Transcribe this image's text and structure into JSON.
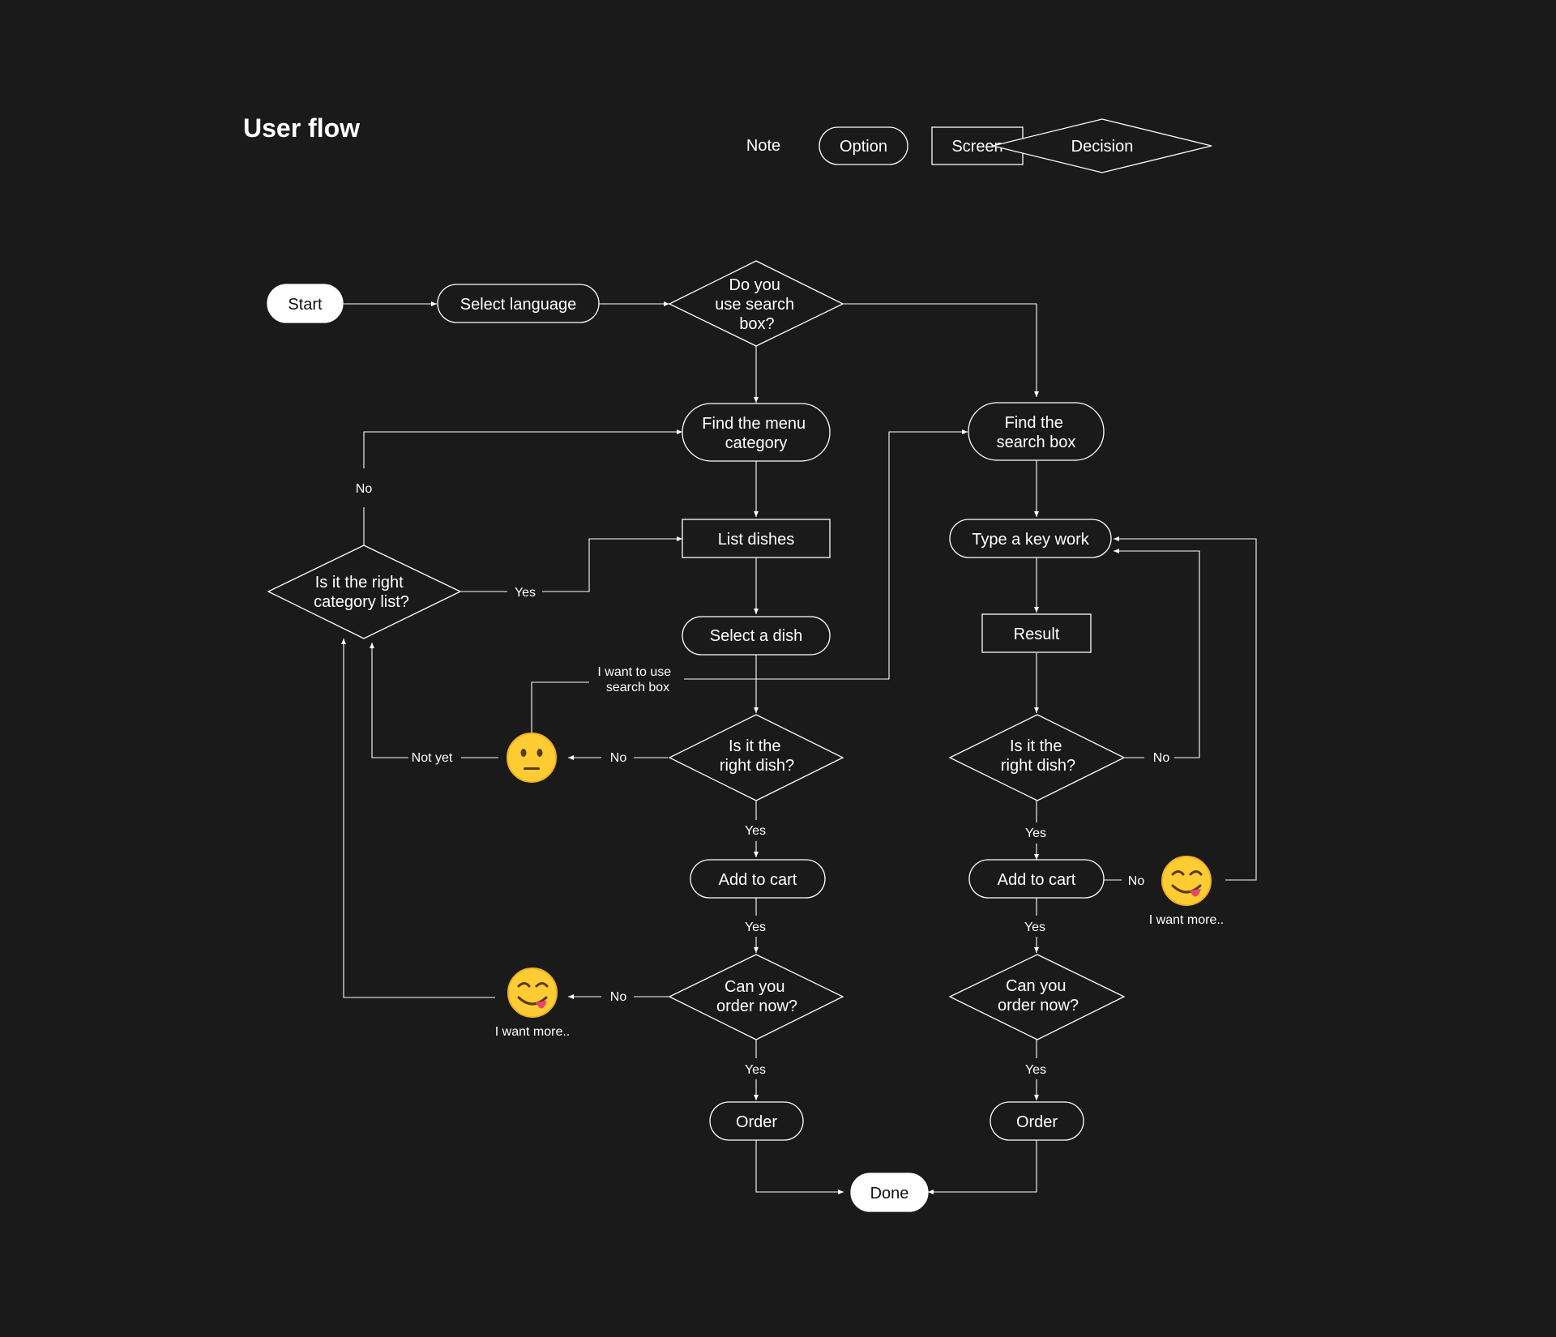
{
  "title": "User flow",
  "legend": {
    "note": "Note",
    "option": "Option",
    "screen": "Screen",
    "decision": "Decision"
  },
  "nodes": {
    "start": "Start",
    "select_language": "Select language",
    "use_search": [
      "Do you",
      "use search",
      "box?"
    ],
    "find_menu": [
      "Find the menu",
      "category"
    ],
    "find_search": [
      "Find the",
      "search box"
    ],
    "list_dishes": "List dishes",
    "type_keyword": "Type a key work",
    "select_dish": "Select a dish",
    "result": "Result",
    "right_category": [
      "Is it the right",
      "category list?"
    ],
    "right_dish_left": [
      "Is it the",
      "right dish?"
    ],
    "right_dish_right": [
      "Is it the",
      "right dish?"
    ],
    "add_cart_left": "Add to cart",
    "add_cart_right": "Add to cart",
    "order_now_left": [
      "Can you",
      "order now?"
    ],
    "order_now_right": [
      "Can you",
      "order now?"
    ],
    "order_left": "Order",
    "order_right": "Order",
    "done": "Done"
  },
  "labels": {
    "no_top": "No",
    "yes_category": "Yes",
    "want_search": [
      "I want to use",
      "search box"
    ],
    "no_dish_left": "No",
    "not_yet": "Not yet",
    "yes_dish_left": "Yes",
    "yes_cart_left": "Yes",
    "no_order_left": "No",
    "want_more_left": "I want more..",
    "yes_order_left": "Yes",
    "no_dish_right": "No",
    "yes_dish_right": "Yes",
    "no_cart_right": "No",
    "want_more_right": "I want more..",
    "yes_cart_right": "Yes",
    "yes_order_right": "Yes"
  },
  "emojis": {
    "neutral": "neutral-face",
    "yum": "face-savoring-food"
  },
  "colors": {
    "background": "#1a1a1a",
    "line": "#ffffff",
    "emoji": "#ffcc33"
  }
}
